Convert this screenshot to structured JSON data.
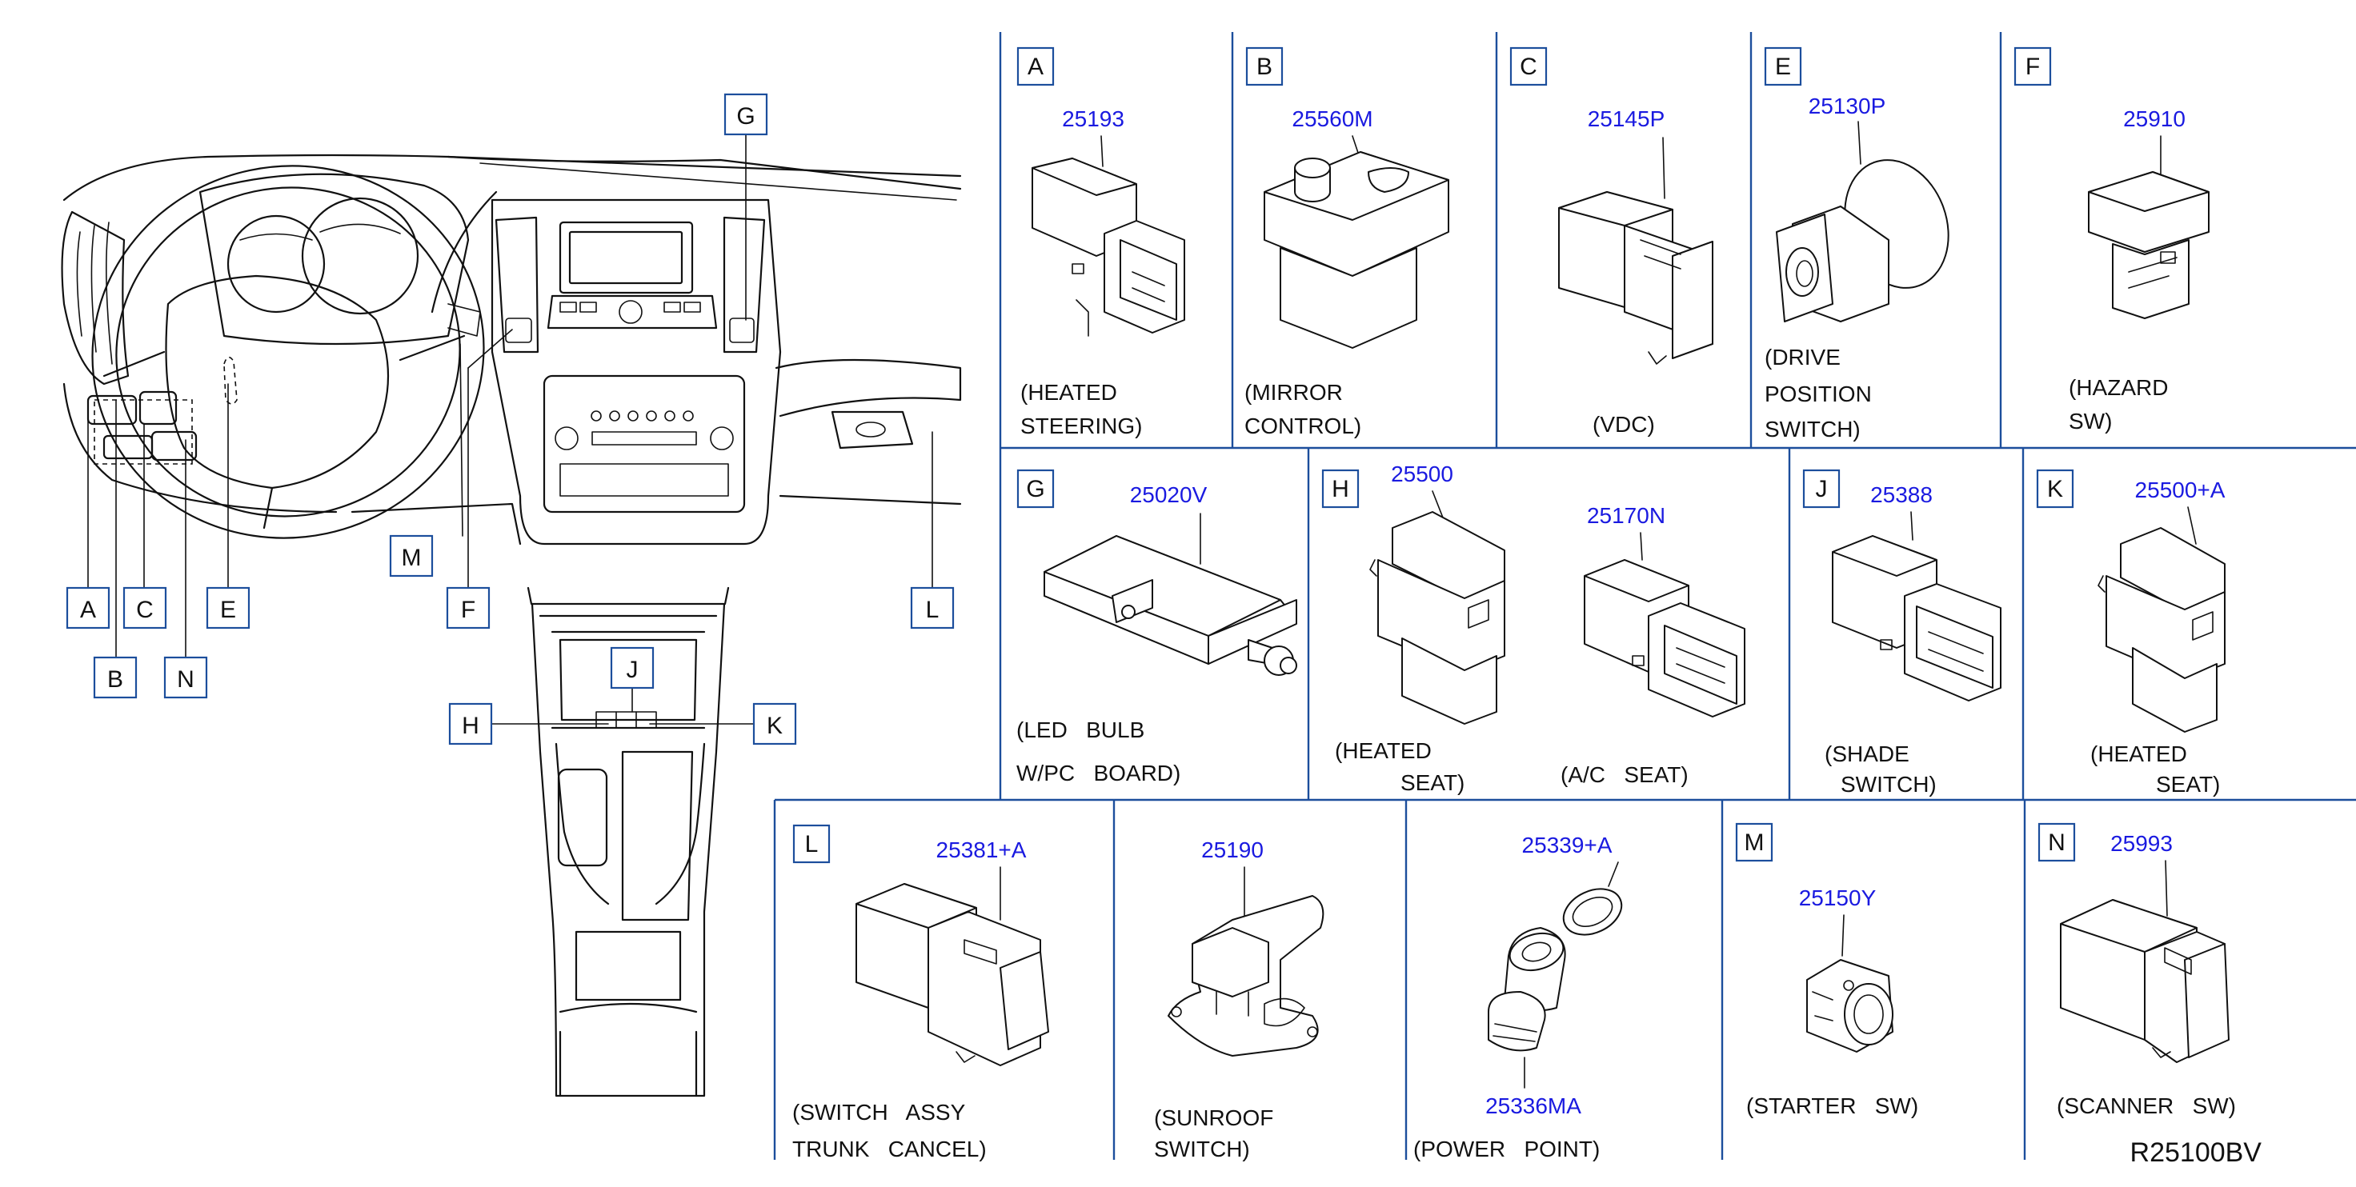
{
  "callouts": {
    "A": "A",
    "B": "B",
    "C": "C",
    "E": "E",
    "F": "F",
    "G": "G",
    "H": "H",
    "J": "J",
    "K": "K",
    "L": "L",
    "M": "M",
    "N": "N"
  },
  "panels": {
    "A": {
      "letter": "A",
      "part_no": "25193",
      "desc": [
        "(HEATED",
        "STEERING)"
      ]
    },
    "B": {
      "letter": "B",
      "part_no": "25560M",
      "desc": [
        "(MIRROR",
        "CONTROL)"
      ]
    },
    "C": {
      "letter": "C",
      "part_no": "25145P",
      "desc": [
        "(VDC)"
      ]
    },
    "E": {
      "letter": "E",
      "part_no": "25130P",
      "desc": [
        "(DRIVE",
        "POSITION",
        "SWITCH)"
      ]
    },
    "F": {
      "letter": "F",
      "part_no": "25910",
      "desc": [
        "(HAZARD",
        "SW)"
      ]
    },
    "G": {
      "letter": "G",
      "part_no": "25020V",
      "desc": [
        "(LED   BULB",
        "W/PC   BOARD)"
      ]
    },
    "H": {
      "letter": "H",
      "part_no": "25500",
      "part_no_2": "25170N",
      "desc": [
        "(HEATED",
        "SEAT)"
      ],
      "desc_2": [
        "(A/C   SEAT)"
      ]
    },
    "J": {
      "letter": "J",
      "part_no": "25388",
      "desc": [
        "(SHADE",
        "SWITCH)"
      ]
    },
    "K": {
      "letter": "K",
      "part_no": "25500+A",
      "desc": [
        "(HEATED",
        "SEAT)"
      ]
    },
    "L": {
      "letter": "L",
      "part_no": "25381+A",
      "desc": [
        "(SWITCH   ASSY",
        "TRUNK   CANCEL)"
      ]
    },
    "SR": {
      "part_no": "25190",
      "desc": [
        "(SUNROOF",
        "SWITCH)"
      ]
    },
    "PP": {
      "part_no": "25339+A",
      "part_no_2": "25336MA",
      "desc": [
        "(POWER   POINT)"
      ]
    },
    "M": {
      "letter": "M",
      "part_no": "25150Y",
      "desc": [
        "(STARTER   SW)"
      ]
    },
    "N": {
      "letter": "N",
      "part_no": "25993",
      "desc": [
        "(SCANNER   SW)"
      ]
    }
  },
  "reference": "R25100BV",
  "colors": {
    "grid": "#1c4e9c",
    "part_number": "#1a1ae0",
    "ink": "#111111"
  }
}
